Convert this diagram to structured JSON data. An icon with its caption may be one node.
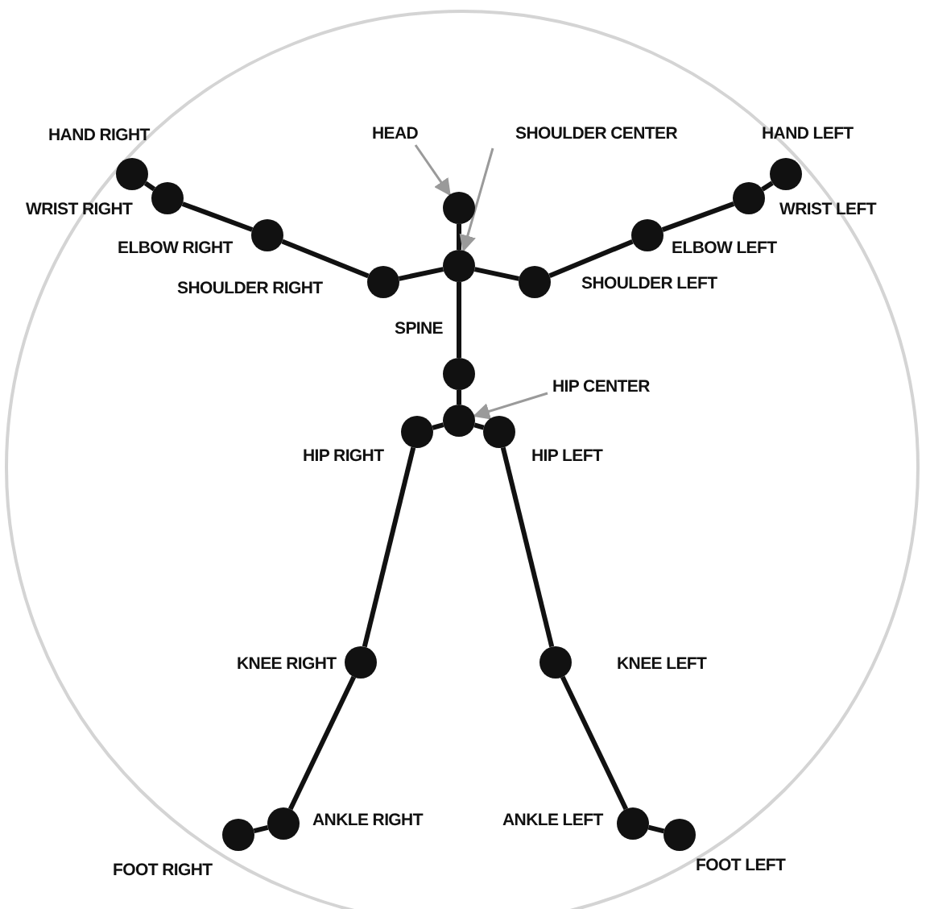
{
  "diagram": {
    "nodes": [
      {
        "text": [],
        "shape": "circle",
        "beside": [
          "HAND RIGHT"
        ]
      },
      {
        "text": [],
        "shape": "circle",
        "beside": [
          "WRIST RIGHT"
        ]
      },
      {
        "text": [],
        "shape": "circle",
        "beside": [
          "ELBOW RIGHT"
        ]
      },
      {
        "text": [],
        "shape": "circle",
        "beside": [
          "SHOULDER RIGHT"
        ]
      },
      {
        "text": [],
        "shape": "circle"
      },
      {
        "text": [],
        "shape": "circle"
      },
      {
        "text": [],
        "shape": "circle",
        "beside": [
          "SHOULDER LEFT"
        ]
      },
      {
        "text": [],
        "shape": "circle",
        "beside": [
          "ELBOW LEFT"
        ]
      },
      {
        "text": [],
        "shape": "circle",
        "beside": [
          "WRIST LEFT"
        ]
      },
      {
        "text": [],
        "shape": "circle",
        "beside": [
          "HAND LEFT"
        ]
      },
      {
        "text": [],
        "shape": "circle",
        "beside": [
          "SPINE"
        ]
      },
      {
        "text": [],
        "shape": "circle"
      },
      {
        "text": [],
        "shape": "circle",
        "beside": [
          "HIP RIGHT"
        ]
      },
      {
        "text": [],
        "shape": "circle",
        "beside": [
          "HIP LEFT"
        ]
      },
      {
        "text": [],
        "shape": "circle",
        "beside": [
          "KNEE RIGHT"
        ]
      },
      {
        "text": [],
        "shape": "circle",
        "beside": [
          "KNEE LEFT"
        ]
      },
      {
        "text": [],
        "shape": "circle",
        "beside": [
          "ANKLE RIGHT"
        ]
      },
      {
        "text": [],
        "shape": "circle",
        "beside": [
          "ANKLE LEFT"
        ]
      },
      {
        "text": [],
        "shape": "circle",
        "beside": [
          "FOOT RIGHT"
        ]
      },
      {
        "text": [],
        "shape": "circle",
        "beside": [
          "FOOT LEFT"
        ]
      },
      {
        "text": [
          "HEAD"
        ]
      },
      {
        "text": [
          "SHOULDER CENTER"
        ]
      },
      {
        "text": [
          "HIP CENTER"
        ]
      }
    ],
    "edges": [
      {
        "from": 0,
        "to": 1,
        "arrow": "none"
      },
      {
        "from": 1,
        "to": 2,
        "arrow": "none"
      },
      {
        "from": 2,
        "to": 3,
        "arrow": "none"
      },
      {
        "from": 3,
        "to": 5,
        "arrow": "none"
      },
      {
        "from": 5,
        "to": 4,
        "arrow": "none"
      },
      {
        "from": 5,
        "to": 6,
        "arrow": "none"
      },
      {
        "from": 6,
        "to": 7,
        "arrow": "none"
      },
      {
        "from": 7,
        "to": 8,
        "arrow": "none"
      },
      {
        "from": 8,
        "to": 9,
        "arrow": "none"
      },
      {
        "from": 5,
        "to": 10,
        "arrow": "none"
      },
      {
        "from": 10,
        "to": 11,
        "arrow": "none"
      },
      {
        "from": 11,
        "to": 12,
        "arrow": "none"
      },
      {
        "from": 11,
        "to": 13,
        "arrow": "none"
      },
      {
        "from": 12,
        "to": 14,
        "arrow": "none"
      },
      {
        "from": 14,
        "to": 16,
        "arrow": "none"
      },
      {
        "from": 16,
        "to": 18,
        "arrow": "none"
      },
      {
        "from": 13,
        "to": 15,
        "arrow": "none"
      },
      {
        "from": 15,
        "to": 17,
        "arrow": "none"
      },
      {
        "from": 17,
        "to": 19,
        "arrow": "none"
      },
      {
        "from": 20,
        "to": 4,
        "arrow": "to",
        "color": "#9a9a9a"
      },
      {
        "from": 21,
        "to": 5,
        "arrow": "to",
        "color": "#9a9a9a"
      },
      {
        "from": 22,
        "to": 11,
        "arrow": "to",
        "color": "#9a9a9a"
      }
    ]
  }
}
